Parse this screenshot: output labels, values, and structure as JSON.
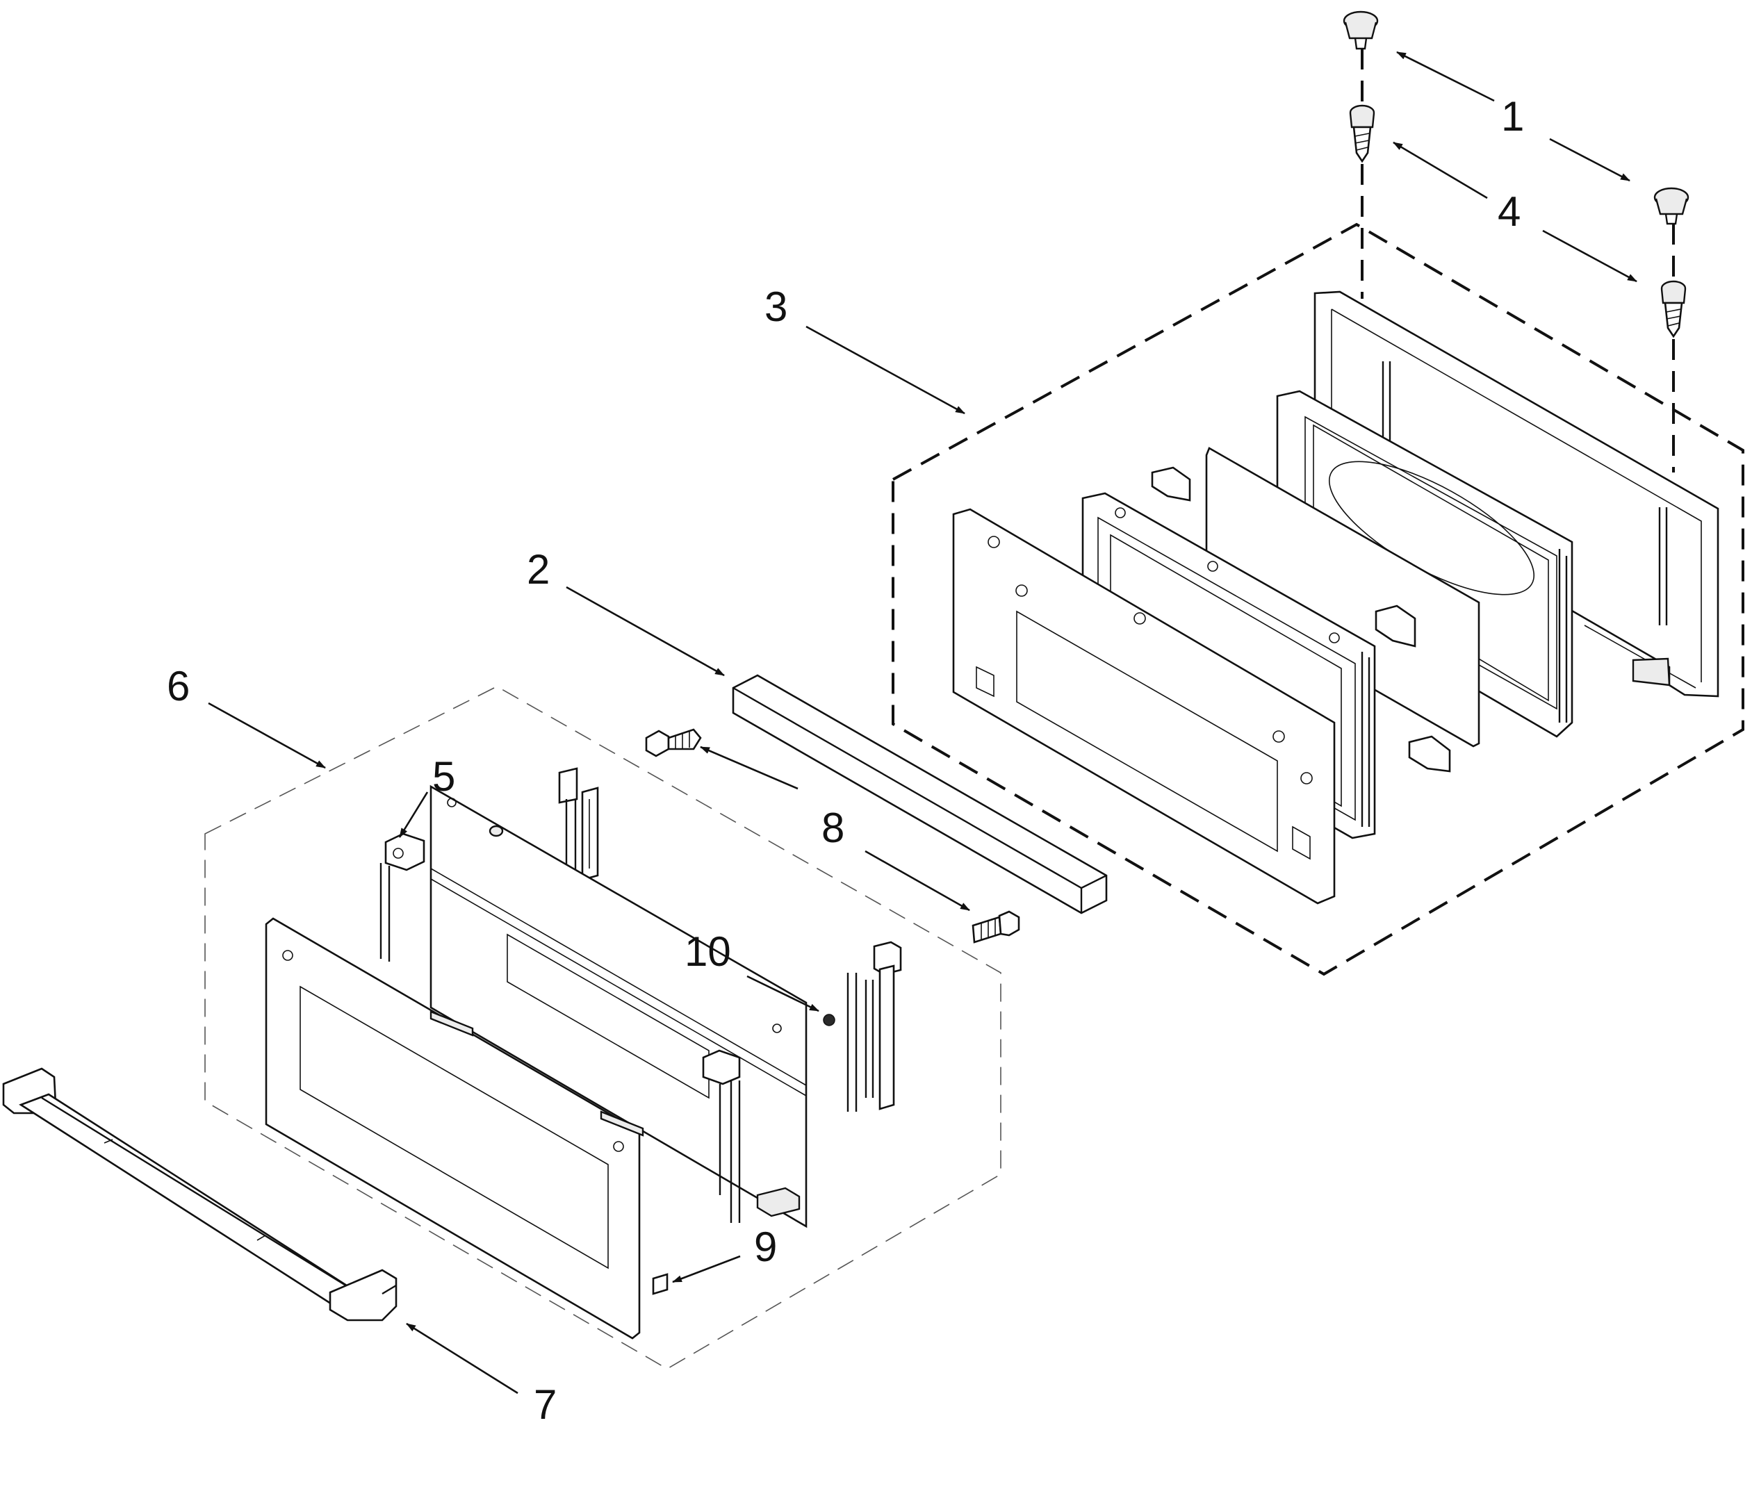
{
  "diagram": {
    "callouts": [
      {
        "id": "c1",
        "text": "1"
      },
      {
        "id": "c2",
        "text": "2"
      },
      {
        "id": "c3",
        "text": "3"
      },
      {
        "id": "c4",
        "text": "4"
      },
      {
        "id": "c5",
        "text": "5"
      },
      {
        "id": "c6",
        "text": "6"
      },
      {
        "id": "c7",
        "text": "7"
      },
      {
        "id": "c8",
        "text": "8"
      },
      {
        "id": "c9",
        "text": "9"
      },
      {
        "id": "c10",
        "text": "10"
      }
    ]
  }
}
